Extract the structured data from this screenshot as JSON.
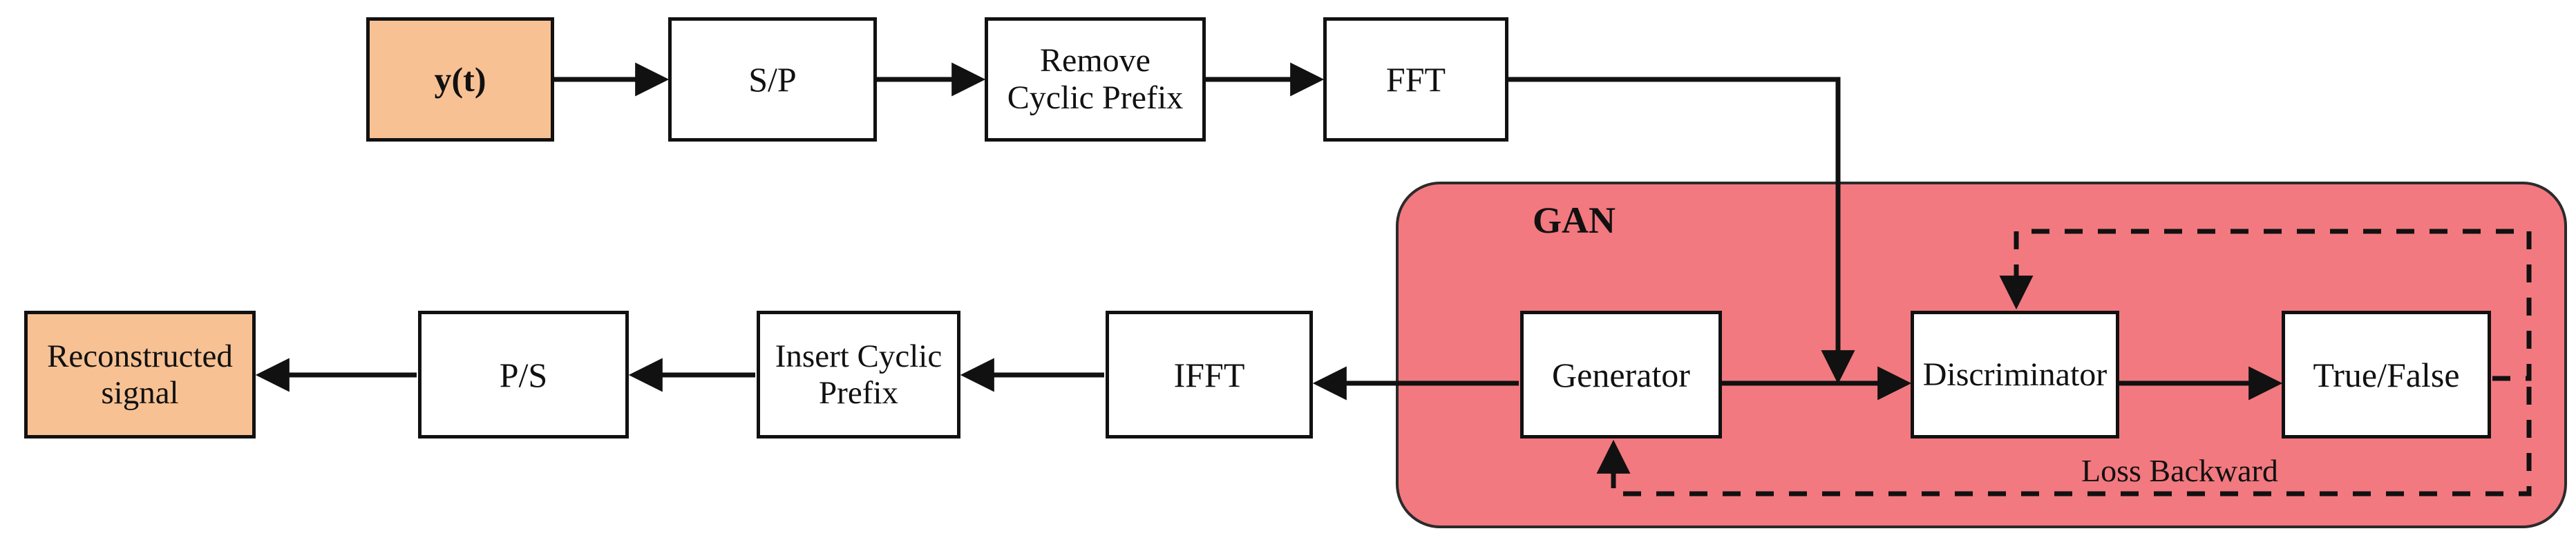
{
  "diagram": {
    "title_text": "GAN",
    "loss_label": "Loss Backward",
    "colors": {
      "accent_orange": "#F7C193",
      "gan_red": "#F2797F",
      "line_black": "#111111",
      "box_white": "#FFFFFF"
    },
    "receiver_chain": [
      {
        "id": "yt",
        "label": "y(t)",
        "style": "accent"
      },
      {
        "id": "sp",
        "label": "S/P",
        "style": "plain"
      },
      {
        "id": "remove_cp",
        "label": "Remove\nCyclic Prefix",
        "style": "plain"
      },
      {
        "id": "fft",
        "label": "FFT",
        "style": "plain"
      }
    ],
    "output_chain": [
      {
        "id": "recon",
        "label": "Reconstructed\nsignal",
        "style": "accent"
      },
      {
        "id": "ps",
        "label": "P/S",
        "style": "plain"
      },
      {
        "id": "insert_cp",
        "label": "Insert Cyclic\nPrefix",
        "style": "plain"
      },
      {
        "id": "ifft",
        "label": "IFFT",
        "style": "plain"
      }
    ],
    "gan_blocks": [
      {
        "id": "generator",
        "label": "Generator",
        "style": "plain"
      },
      {
        "id": "discriminator",
        "label": "Discriminator",
        "style": "plain"
      },
      {
        "id": "truefalse",
        "label": "True/False",
        "style": "plain"
      }
    ],
    "edges": [
      {
        "from": "yt",
        "to": "sp",
        "kind": "solid",
        "direction": "right"
      },
      {
        "from": "sp",
        "to": "remove_cp",
        "kind": "solid",
        "direction": "right"
      },
      {
        "from": "remove_cp",
        "to": "fft",
        "kind": "solid",
        "direction": "right"
      },
      {
        "from": "fft",
        "to": "gan_bus",
        "kind": "solid",
        "direction": "down"
      },
      {
        "from": "generator",
        "to": "discriminator",
        "kind": "solid",
        "direction": "right"
      },
      {
        "from": "discriminator",
        "to": "truefalse",
        "kind": "solid",
        "direction": "right"
      },
      {
        "from": "generator",
        "to": "ifft",
        "kind": "solid",
        "direction": "left"
      },
      {
        "from": "ifft",
        "to": "insert_cp",
        "kind": "solid",
        "direction": "left"
      },
      {
        "from": "insert_cp",
        "to": "ps",
        "kind": "solid",
        "direction": "left"
      },
      {
        "from": "ps",
        "to": "recon",
        "kind": "solid",
        "direction": "left"
      },
      {
        "from": "truefalse",
        "to": "discriminator",
        "kind": "dashed",
        "direction": "feedback-top"
      },
      {
        "from": "truefalse",
        "to": "generator",
        "kind": "dashed",
        "direction": "feedback-bottom"
      }
    ]
  }
}
